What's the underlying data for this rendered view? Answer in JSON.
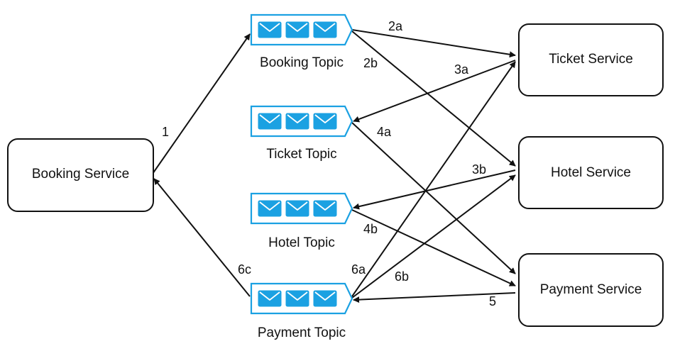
{
  "colors": {
    "topic_accent": "#1ba1e2",
    "line": "#111111",
    "background": "#ffffff"
  },
  "icons": {
    "topic": "message-queue-icon"
  },
  "services": {
    "booking": "Booking Service",
    "ticket": "Ticket Service",
    "hotel": "Hotel Service",
    "payment": "Payment Service"
  },
  "topics": {
    "booking": "Booking Topic",
    "ticket": "Ticket Topic",
    "hotel": "Hotel Topic",
    "payment": "Payment Topic"
  },
  "edges": {
    "e1": "1",
    "e2a": "2a",
    "e2b": "2b",
    "e3a": "3a",
    "e3b": "3b",
    "e4a": "4a",
    "e4b": "4b",
    "e5": "5",
    "e6a": "6a",
    "e6b": "6b",
    "e6c": "6c"
  }
}
